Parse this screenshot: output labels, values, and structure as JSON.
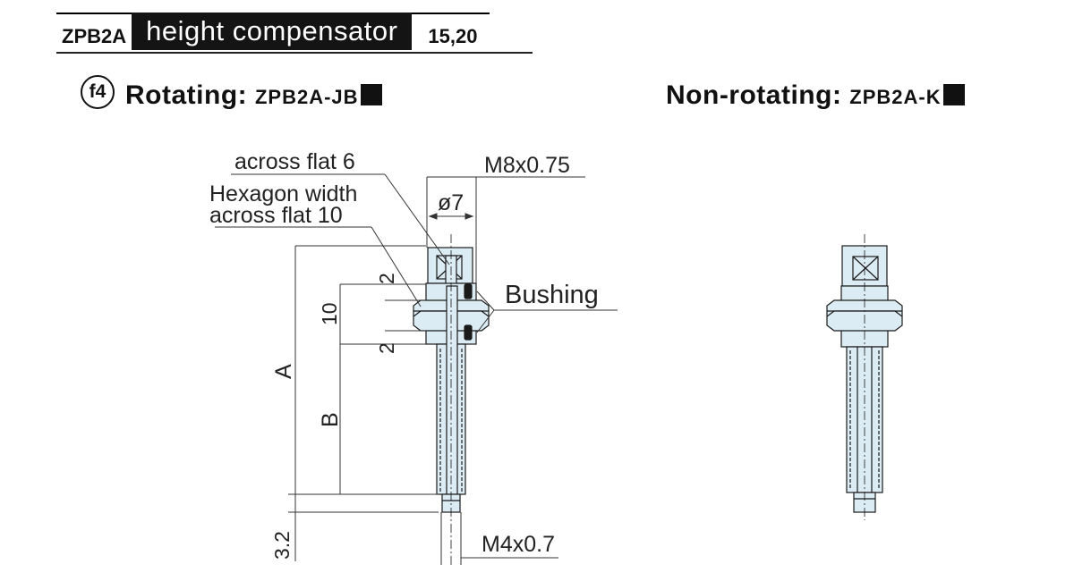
{
  "header": {
    "model": "ZPB2A",
    "title": "height compensator",
    "sizes": "15,20"
  },
  "rotating": {
    "badge": "f4",
    "label": "Rotating:",
    "model": "ZPB2A-JB"
  },
  "non_rotating": {
    "label": "Non-rotating:",
    "model": "ZPB2A-K"
  },
  "labels": {
    "across_flat_6": "across flat 6",
    "hexagon_width": "Hexagon width",
    "across_flat_10": "across flat 10",
    "thread_top": "M8x0.75",
    "diameter": "ø7",
    "bushing": "Bushing",
    "dim_2_top": "2",
    "dim_10": "10",
    "dim_2_bottom": "2",
    "dim_a": "A",
    "dim_b": "B",
    "dim_3_2": "3.2",
    "thread_bottom": "M4x0.7"
  },
  "colors": {
    "part_fill": "#dcecf4",
    "outline": "#1a1a1a",
    "header_bg": "#141414"
  }
}
